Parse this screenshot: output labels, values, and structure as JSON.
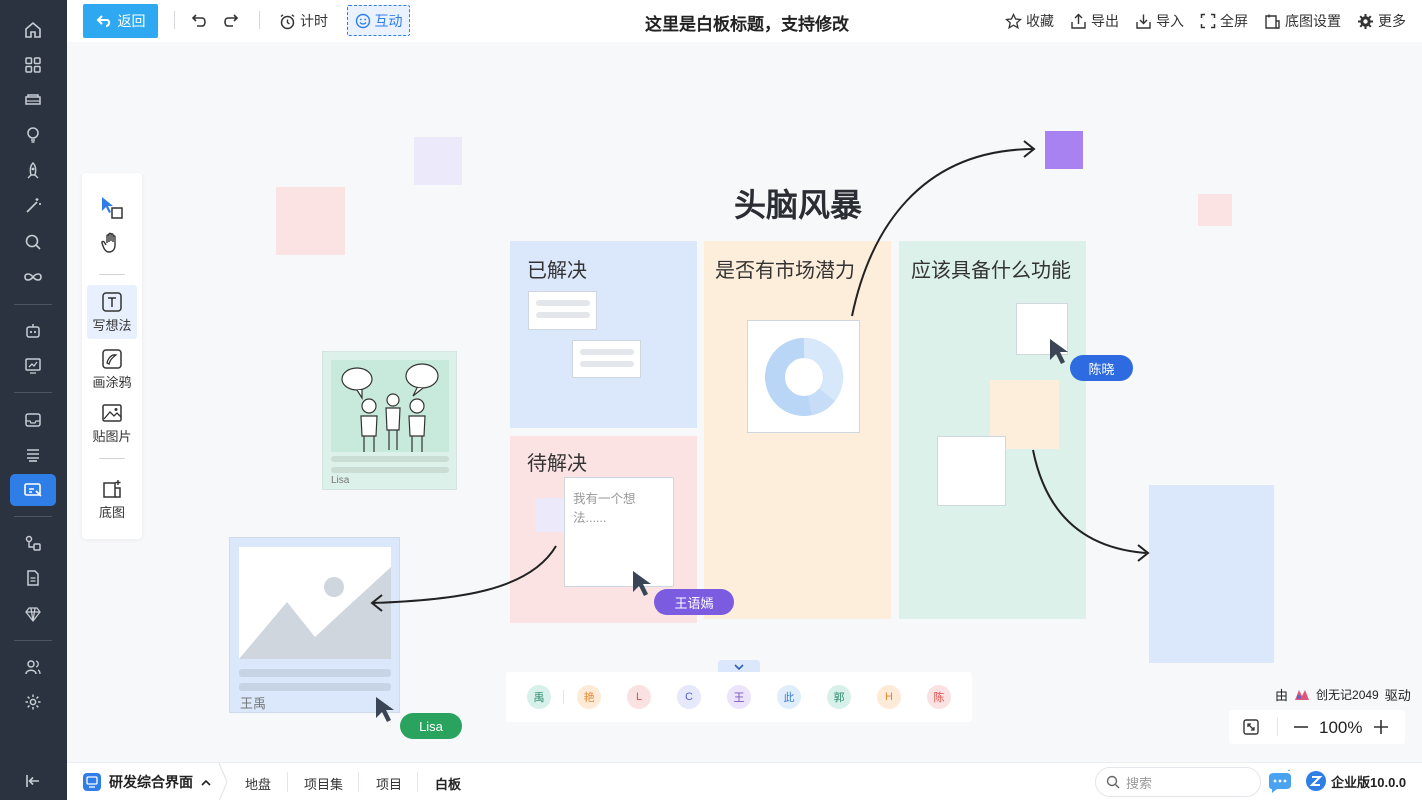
{
  "toolbar": {
    "back_label": "返回",
    "timer_label": "计时",
    "interact_label": "互动",
    "title": "这里是白板标题，支持修改",
    "favorite_label": "收藏",
    "export_label": "导出",
    "import_label": "导入",
    "fullscreen_label": "全屏",
    "bgsettings_label": "底图设置",
    "more_label": "更多"
  },
  "palette": {
    "write_label": "写想法",
    "doodle_label": "画涂鸦",
    "image_label": "贴图片",
    "base_label": "底图"
  },
  "board": {
    "heading": "头脑风暴",
    "columns": {
      "solved": "已解决",
      "pending": "待解决",
      "market": "是否有市场潜力",
      "features": "应该具备什么功能"
    },
    "idea_placeholder": "我有一个想法......",
    "illustration_author": "Lisa",
    "image_card_author": "王禹"
  },
  "cursors": {
    "chenxiao": "陈晓",
    "wangyuyan": "王语嫣",
    "lisa": "Lisa"
  },
  "avatars": [
    {
      "label": "禹",
      "bg": "#d8f0ea",
      "fg": "#2e8a6e"
    },
    {
      "label": "艳",
      "bg": "#fdebd8",
      "fg": "#e08a34"
    },
    {
      "label": "L",
      "bg": "#fbe2e2",
      "fg": "#d9534f"
    },
    {
      "label": "C",
      "bg": "#e6e8fb",
      "fg": "#5b63c9"
    },
    {
      "label": "王",
      "bg": "#ece4fb",
      "fg": "#7a55c7"
    },
    {
      "label": "此",
      "bg": "#e0eefc",
      "fg": "#3c7fd0"
    },
    {
      "label": "郭",
      "bg": "#d8f0ea",
      "fg": "#2e8a6e"
    },
    {
      "label": "H",
      "bg": "#fdebd8",
      "fg": "#e08a34"
    },
    {
      "label": "陈",
      "bg": "#fbe2e2",
      "fg": "#d9534f"
    }
  ],
  "powered": {
    "prefix": "由",
    "brand": "创无记2049",
    "suffix": "驱动"
  },
  "zoom": {
    "level": "100%"
  },
  "bottombar": {
    "workspace": "研发综合界面",
    "crumbs": [
      "地盘",
      "项目集",
      "项目",
      "白板"
    ],
    "search_placeholder": "搜索",
    "edition": "企业版10.0.0"
  },
  "colors": {
    "accent": "#2f7ee8",
    "back_button": "#2fa8f2",
    "rail": "#2b3340",
    "col_blue": "#dbe8fc",
    "col_pink": "#fbe3e4",
    "col_orange": "#fdeedb",
    "col_green": "#dcf1e9",
    "tag_blue": "#2f6be0",
    "tag_purple": "#7b5be0",
    "tag_green": "#2aa35f"
  }
}
